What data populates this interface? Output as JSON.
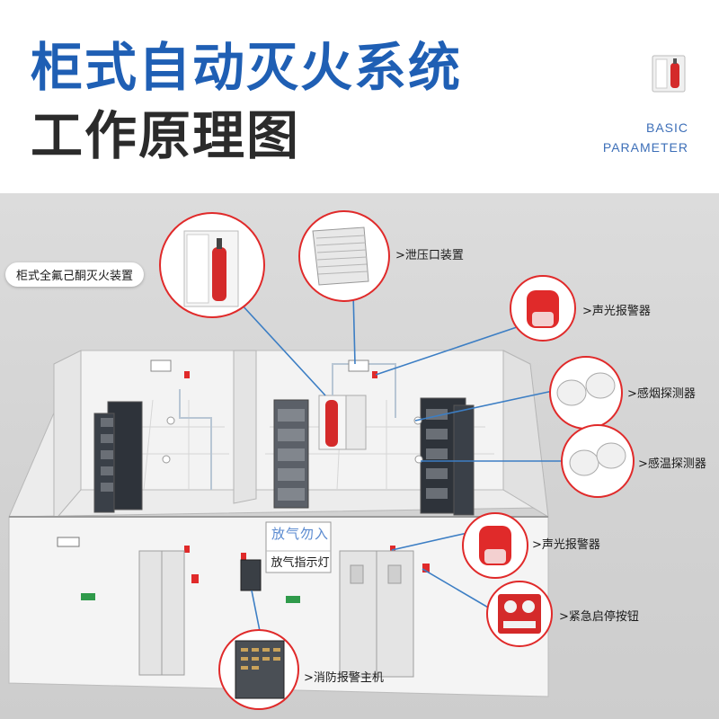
{
  "header": {
    "title_line1": "柜式自动灭火系统",
    "title_line2": "工作原理图",
    "param_line1": "BASIC",
    "param_line2": "PARAMETER"
  },
  "diagram": {
    "lamp_sign_text": "放气勿入",
    "callouts": {
      "cabinet_device": "柜式全氟己酮灭火装置",
      "pressure_relief": ">泄压口装置",
      "alarm_top": ">声光报警器",
      "smoke_detector": ">感烟探测器",
      "heat_detector": ">感温探测器",
      "alarm_bottom": ">声光报警器",
      "release_lamp": "放气指示灯",
      "emergency_button": ">紧急启停按钮",
      "control_panel": ">消防报警主机"
    }
  },
  "colors": {
    "title_blue": "#1f5fb4",
    "title_dark": "#2b2b2b",
    "alarm_red": "#e02a2a",
    "connector_blue": "#3c7ec4"
  }
}
